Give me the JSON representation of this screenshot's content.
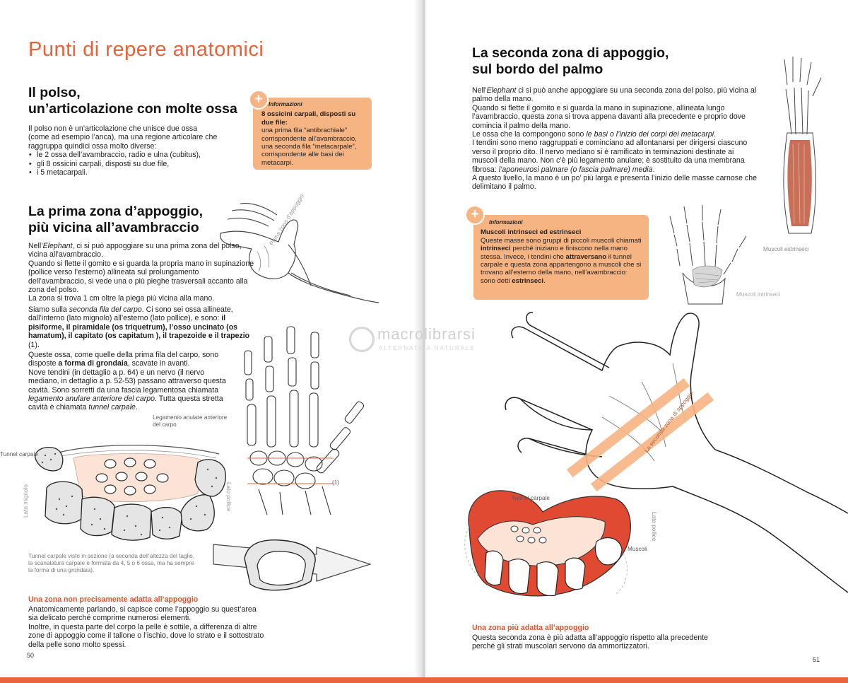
{
  "left": {
    "chapter_title": "Punti di repere anatomici",
    "s1": {
      "heading_l1": "Il polso,",
      "heading_l2": "un’articolazione con molte ossa",
      "p1": "Il polso non è un’articolazione che unisce due ossa (come ad esempio l’anca), ma una regione articolare che raggruppa quindici ossa molto diverse:",
      "items": [
        "le 2 ossa dell’avambraccio, radio e ulna (cubitus),",
        "gli 8 ossicini carpali, disposti su due file,",
        "i 5 metacarpali."
      ]
    },
    "info": {
      "head": "Informazioni",
      "bold": "8 ossicini carpali, disposti su due file:",
      "text": "una prima fila “antibrachiale” corrispondente all’avambraccio, una seconda fila “metacarpale”, corrispondente alle basi dei metacarpi."
    },
    "s2": {
      "heading_l1": "La prima zona d’appoggio,",
      "heading_l2": "più vicina all’avambraccio",
      "p1_a": "Nell’",
      "p1_em": "Elephant",
      "p1_b": ", ci si può appoggiare su una prima zona del polso, vicina all’avambraccio.",
      "p2": "Quando si flette il gomito e si guarda la propria mano in supinazione (pollice verso l’esterno) allineata sul prolungamento dell’avambraccio, si vede una o più pieghe trasversali accanto alla zona del polso.",
      "p3": "La zona si trova 1 cm oltre la piega più vicina alla mano.",
      "p4_a": "Siamo sulla ",
      "p4_em": "seconda fila del carpo",
      "p4_b": ". Ci sono sei ossa allineate, dall’interno (lato mignolo) all’esterno (lato pollice), e sono:",
      "p4_bold": "il pisiforme, il piramidale (os triquetrum), l’osso uncinato (os hamatum), il capitato (os capitatum ), il trapezoide e il trapezio",
      "p4_c": " (1).",
      "p5_a": "Queste ossa, come quelle della prima fila del carpo, sono disposte ",
      "p5_bold": "a forma di grondaia",
      "p5_b": ", scavate in avanti.",
      "p6": "Nove tendini (in dettaglio a p. 64) e un nervo (il nervo mediano, in dettaglio a p. 52-53) passano attraverso questa cavità. Sono sorretti da una fascia legamentosa chiamata ",
      "p6_em": "legamento anulare anteriore del carpo",
      "p6_b": ". Tutta questa stretta cavità è chiamata ",
      "p6_em2": "tunnel carpale",
      "p6_c": "."
    },
    "labels": {
      "hand_zone": "Prima zona d’appoggio",
      "lig": "Legamento anulare anteriore del carpo",
      "tunnel": "Tunnel carpale",
      "lato_mignolo": "Lato mignolo",
      "lato_pollice": "Lato pollice",
      "marker": "(1)"
    },
    "caption": "Tunnel carpale visto in sezione (a seconda dell’altezza del taglio, la scanalatura carpale è formata da 4, 5 o 6 ossa, ma ha sempre la forma di una grondaia).",
    "s3": {
      "subhead": "Una zona non precisamente adatta all’appoggio",
      "p1": "Anatomicamente parlando, si capisce come l’appoggio su quest’area sia delicato perché comprime numerosi elementi.",
      "p2": "Inoltre, in questa parte del corpo la pelle è sottile, a differenza di altre zone di appoggio come il tallone o l’ischio, dove lo strato e il sottostrato della pelle sono molto spessi."
    },
    "page_number": "50"
  },
  "right": {
    "heading_l1": "La seconda zona di appoggio,",
    "heading_l2": "sul bordo del palmo",
    "p1_a": "Nell’",
    "p1_em": "Elephant",
    "p1_b": " ci si può anche appoggiare su una seconda zona del polso, più vicina al palmo della mano.",
    "p2": "Quando si flette il gomito e si guarda la mano in supinazione, allineata lungo l’avambraccio, questa zona si trova appena davanti alla precedente e proprio dove comincia il palmo della mano.",
    "p3_a": "Le ossa che la compongono sono ",
    "p3_em": "le basi o l’inizio dei corpi dei metacarpi",
    "p3_b": ".",
    "p4": "I tendini sono meno raggruppati e cominciano ad allontanarsi per dirigersi ciascuno verso il proprio dito. Il nervo mediano si è ramificato in terminazioni destinate ai muscoli della mano. Non c’è più legamento anulare; è sostituito da una membrana fibrosa: ",
    "p4_em": "l’aponeurosi palmare (o fascia palmare) media",
    "p4_b": ".",
    "p5": "A questo livello, la mano è un po’ più larga e presenta l’inizio delle masse carnose che delimitano il palmo.",
    "info": {
      "head": "Informazioni",
      "bold": "Muscoli intrinseci ed estrinseci",
      "t1": "Queste masse sono gruppi di piccoli muscoli chiamati ",
      "t1_bold": "intrinseci",
      "t2": " perché iniziano e finiscono nella mano stessa.",
      "t3": "Invece, i tendini che ",
      "t3_bold": "attraversano",
      "t4": " il tunnel carpale e questa zona appartengono a muscoli che si trovano all’esterno della mano, nell’avambraccio: sono detti ",
      "t4_bold": "estrinseci",
      "t5": "."
    },
    "labels": {
      "estrinseci": "Muscoli estrinseci",
      "intrinseci": "Muscoli intrinseci",
      "zone2": "La seconda zona di appoggio",
      "tunnel": "Tunnel carpale",
      "muscoli": "Muscoli",
      "lato_pollice": "Lato pollice"
    },
    "s2": {
      "subhead": "Una zona più adatta all’appoggio",
      "p1": "Questa seconda zona è più adatta all’appoggio rispetto alla precedente perché gli strati muscolari servono da ammortizzatori."
    },
    "page_number": "51"
  },
  "watermark": {
    "main": "macrolibrarsi",
    "sub": "ALTERNATIVA NATURALE"
  },
  "colors": {
    "accent": "#e6633a",
    "info_box": "#f6b483",
    "subhead": "#d9572d"
  }
}
